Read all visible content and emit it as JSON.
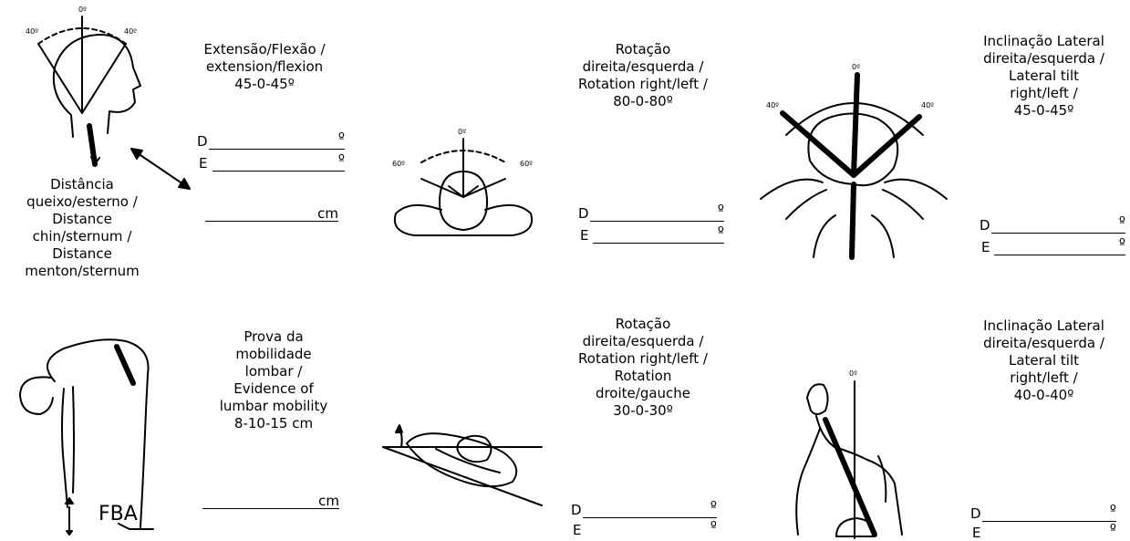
{
  "cervical_flexion": {
    "caption": [
      "Extensão/Flexão /",
      "extension/flexion",
      "45-0-45º"
    ],
    "figure_labels": [
      "0º",
      "40º",
      "40º"
    ],
    "right_label": "D",
    "left_label": "E",
    "unit_degree": "º"
  },
  "chin_sternum": {
    "caption": [
      "Distância",
      "queixo/esterno /",
      "Distance",
      "chin/sternum /",
      "Distance",
      "menton/sternum"
    ],
    "unit_cm": "cm"
  },
  "cervical_rotation": {
    "caption": [
      "Rotação",
      "direita/esquerda /",
      "Rotation right/left /",
      "80-0-80º"
    ],
    "figure_labels": [
      "0º",
      "60º",
      "60º"
    ],
    "right_label": "D",
    "left_label": "E",
    "unit_degree": "º"
  },
  "cervical_lateral_tilt": {
    "caption": [
      "Inclinação Lateral",
      "direita/esquerda /",
      "Lateral tilt",
      "right/left /",
      "45-0-45º"
    ],
    "figure_labels": [
      "0º",
      "40º",
      "40º"
    ],
    "right_label": "D",
    "left_label": "E",
    "unit_degree": "º"
  },
  "lumbar_mobility": {
    "caption": [
      "Prova da",
      "mobilidade",
      "lombar /",
      "Evidence of",
      "lumbar mobility",
      "8-10-15 cm"
    ],
    "figure_label": "FBA",
    "unit_cm": "cm"
  },
  "thoracolumbar_rotation": {
    "caption": [
      "Rotação",
      "direita/esquerda /",
      "Rotation right/left /",
      "Rotation",
      "droite/gauche",
      "30-0-30º"
    ],
    "right_label": "D",
    "left_label": "E",
    "unit_degree": "º"
  },
  "thoracolumbar_lateral_tilt": {
    "caption": [
      "Inclinação Lateral",
      "direita/esquerda /",
      "Lateral tilt",
      "right/left /",
      "40-0-40º"
    ],
    "figure_label": "0º",
    "right_label": "D",
    "left_label": "E",
    "unit_degree": "º"
  }
}
